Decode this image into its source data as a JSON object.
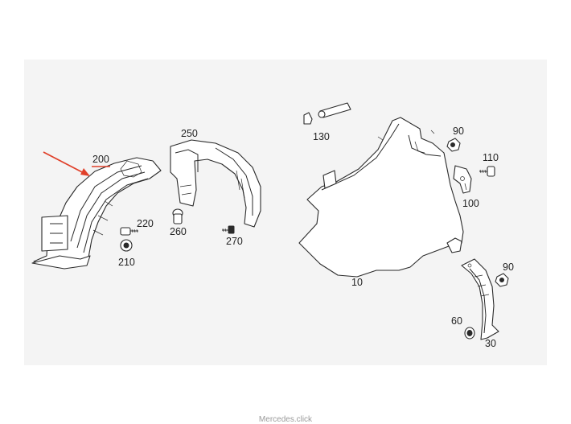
{
  "callouts": {
    "p200": "200",
    "p250": "250",
    "p220": "220",
    "p260": "260",
    "p210": "210",
    "p270": "270",
    "p130": "130",
    "p90a": "90",
    "p110": "110",
    "p100": "100",
    "p10": "10",
    "p90b": "90",
    "p60": "60",
    "p30": "30"
  },
  "highlight": {
    "part": "200",
    "color": "#e0402a"
  },
  "footer": {
    "watermark": "Mercedes.click"
  }
}
